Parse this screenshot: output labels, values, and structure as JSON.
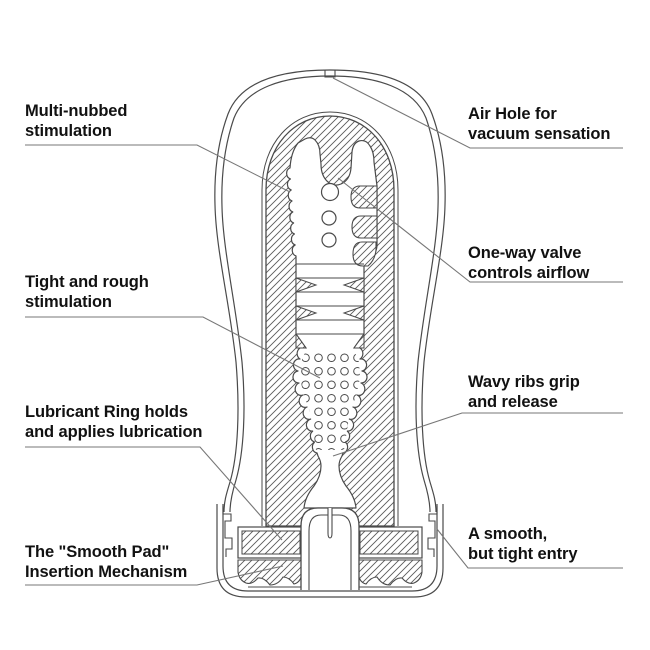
{
  "figure": {
    "kind": "cutaway-product-diagram",
    "colors": {
      "outline": "#4a4a4a",
      "hatch": "#5a5a5a",
      "leader": "#777777",
      "text": "#111111",
      "background": "#ffffff"
    }
  },
  "labels": {
    "multi_nubbed": "Multi-nubbed\nstimulation",
    "air_hole": "Air Hole for\nvacuum sensation",
    "one_way_valve": "One-way valve\ncontrols airflow",
    "tight_rough": "Tight and rough\nstimulation",
    "wavy_ribs": "Wavy ribs grip\nand release",
    "lubricant_ring": "Lubricant Ring holds\nand applies lubrication",
    "smooth_pad": "The \"Smooth Pad\"\nInsertion Mechanism",
    "smooth_entry": "A smooth,\nbut tight entry"
  }
}
